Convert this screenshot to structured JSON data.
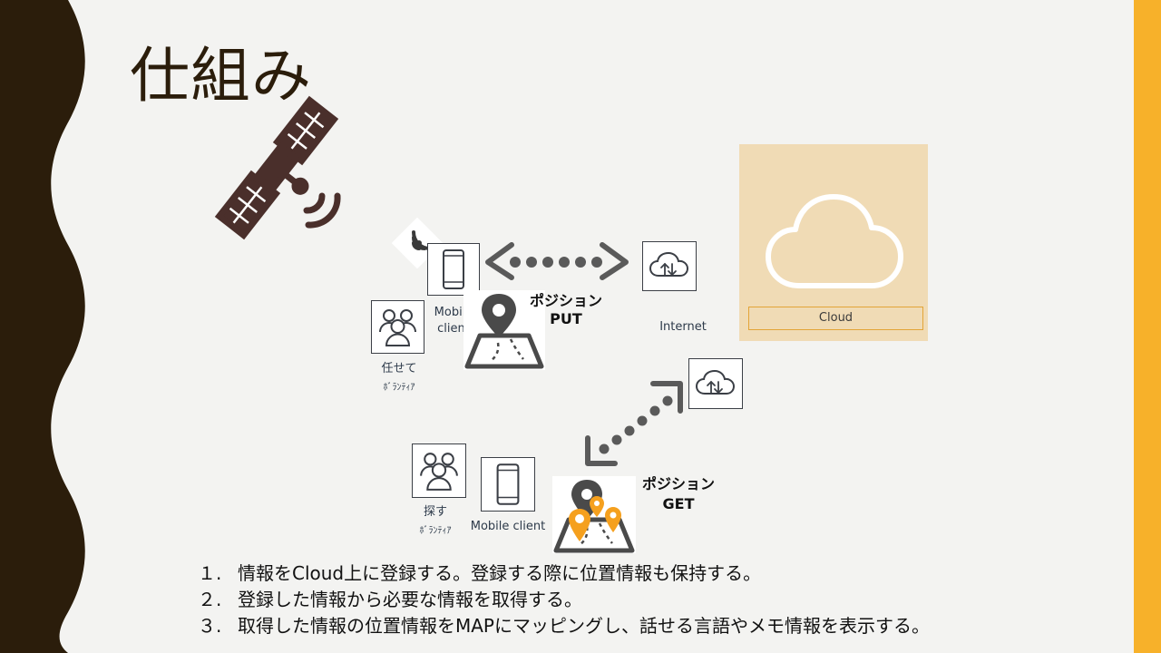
{
  "title": "仕組み",
  "labels": {
    "mobile_client_top": "Mobile\nclient",
    "volunteer_top_line1": "任せて",
    "volunteer_top_line2": "ﾎﾞﾗﾝﾃｨｱ",
    "internet": "Internet",
    "cloud": "Cloud",
    "position_put_line1": "ポジション",
    "position_put_line2": "PUT",
    "volunteer_bottom_line1": "探す",
    "volunteer_bottom_line2": "ﾎﾞﾗﾝﾃｨｱ",
    "mobile_client_bottom": "Mobile client",
    "position_get_line1": "ポジション",
    "position_get_line2": "GET"
  },
  "steps": [
    {
      "num": "１.",
      "text": "情報をCloud上に登録する。登録する際に位置情報も保持する。"
    },
    {
      "num": "２.",
      "text": "登録した情報から必要な情報を取得する。"
    },
    {
      "num": "３.",
      "text": "取得した情報の位置情報をMAPにマッピングし、話せる言語やメモ情報を表示する。"
    }
  ],
  "colors": {
    "left_band": "#2b1d0b",
    "right_bar": "#f7b12a",
    "satellite": "#4a2f2b",
    "cloud_panel": "#f0dbb5",
    "arrow": "#5a5a5a",
    "pin_orange": "#f5a01e"
  }
}
